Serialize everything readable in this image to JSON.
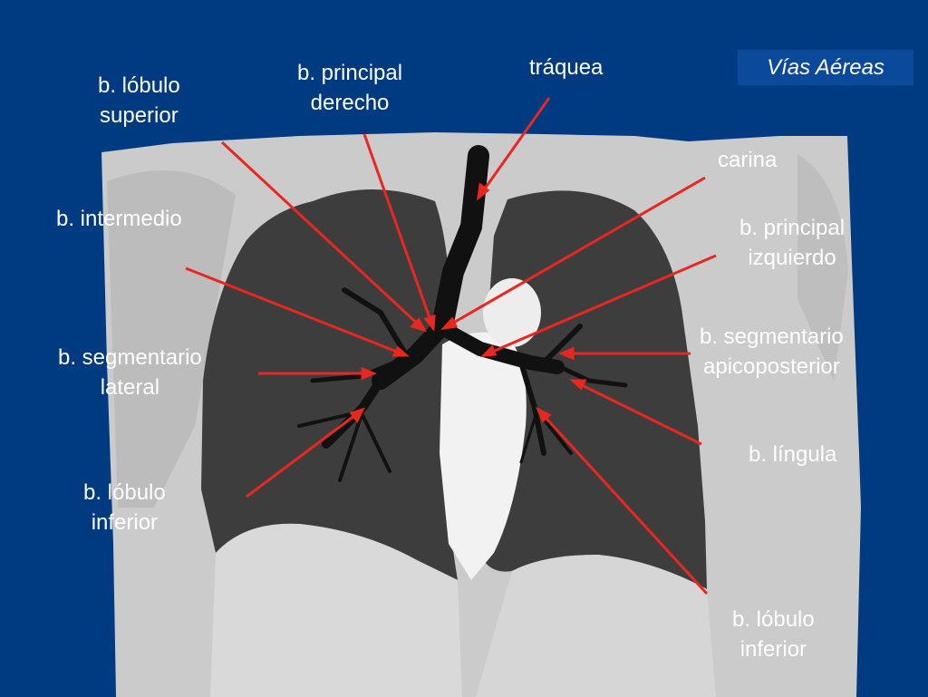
{
  "section_badge": "Vías Aéreas",
  "labels": {
    "lobulo_superior": [
      "b. lóbulo",
      "superior"
    ],
    "principal_derecho": [
      "b. principal",
      "derecho"
    ],
    "traquea": [
      "tráquea"
    ],
    "carina": [
      "carina"
    ],
    "intermedio": [
      "b. intermedio"
    ],
    "principal_izquierdo": [
      "b. principal",
      "izquierdo"
    ],
    "segmentario_lateral": [
      "b. segmentario",
      "lateral"
    ],
    "segmentario_apicoposterior": [
      "b. segmentario",
      "apicoposterior"
    ],
    "lingula": [
      "b. língula"
    ],
    "lobulo_inferior_derecho": [
      "b. lóbulo",
      "inferior"
    ],
    "lobulo_inferior_izquierdo": [
      "b. lóbulo",
      "inferior"
    ]
  },
  "colors": {
    "background": "#003a80",
    "badge": "#0b4a9a",
    "pointer": "#e8281e",
    "lung_field": "#3f3f3f",
    "tissue": "#cfcfcf",
    "airway": "#111111"
  }
}
